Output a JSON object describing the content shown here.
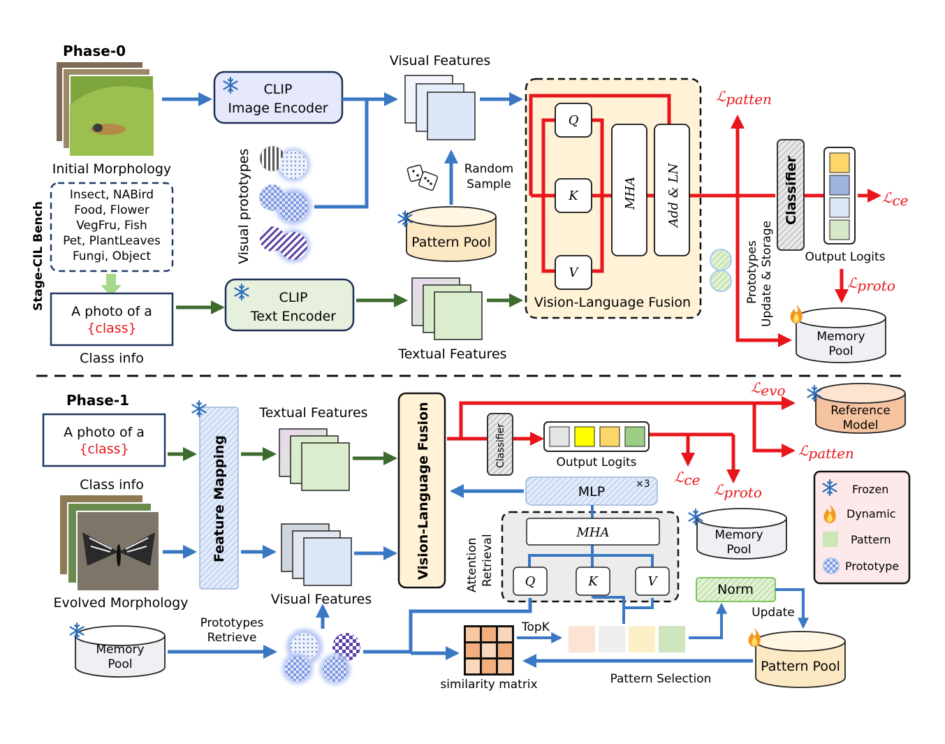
{
  "phase0": {
    "title": "Phase-0",
    "initial_morphology": "Initial Morphology",
    "bench_label": "Stage-CIL Bench",
    "bench_lines": [
      "Insect, NABird",
      "Food, Flower",
      "VegFru, Fish",
      "Pet, PlantLeaves",
      "Fungi, Object"
    ],
    "prompt_line1": "A photo of a",
    "prompt_class": "{class}",
    "class_info": "Class info",
    "clip_image_1": "CLIP",
    "clip_image_2": "Image Encoder",
    "clip_text_1": "CLIP",
    "clip_text_2": "Text Encoder",
    "visual_prototypes": "Visual prototypes",
    "visual_features": "Visual Features",
    "textual_features": "Textual Features",
    "random_1": "Random",
    "random_2": "Sample",
    "pattern_pool": "Pattern Pool",
    "q": "Q",
    "k": "K",
    "v": "V",
    "mha": "MHA",
    "add_ln": "Add & LN",
    "vlf": "Vision-Language Fusion",
    "classifier": "Classifier",
    "output_logits": "Output Logits",
    "proto_update_1": "Prototypes",
    "proto_update_2": "Update & Storage",
    "memory_pool_1": "Memory",
    "memory_pool_2": "Pool",
    "loss_patten_L": "ℒ",
    "loss_patten_sub": "patten",
    "loss_ce_L": "ℒ",
    "loss_ce_sub": "ce",
    "loss_proto_L": "ℒ",
    "loss_proto_sub": "proto"
  },
  "phase1": {
    "title": "Phase-1",
    "prompt_line1": "A photo of a",
    "prompt_class": "{class}",
    "class_info": "Class info",
    "evolved_morphology": "Evolved Morphology",
    "feature_mapping": "Feature Mapping",
    "textual_features": "Textual Features",
    "visual_features": "Visual Features",
    "vlf": "Vision-Language Fusion",
    "classifier": "Classifier",
    "output_logits": "Output Logits",
    "mlp": "MLP",
    "mlp_times": "×3",
    "attention_1": "Attention",
    "attention_2": "Retrieval",
    "mha": "MHA",
    "q": "Q",
    "k": "K",
    "v": "V",
    "memory_pool_1": "Memory",
    "memory_pool_2": "Pool",
    "mp_left_1": "Memory",
    "mp_left_2": "Pool",
    "proto_retrieve_1": "Prototypes",
    "proto_retrieve_2": "Retrieve",
    "similarity": "similarity matrix",
    "topk": "TopK",
    "norm": "Norm",
    "update": "Update",
    "pattern_pool": "Pattern Pool",
    "pattern_selection": "Pattern Selection",
    "reference_1": "Reference",
    "reference_2": "Model",
    "loss_evo_sub": "evo",
    "loss_patten_sub": "patten",
    "loss_ce_sub": "ce",
    "loss_proto_sub": "proto",
    "loss_L": "ℒ"
  },
  "legend": {
    "frozen": "Frozen",
    "dynamic": "Dynamic",
    "pattern": "Pattern",
    "prototype": "Prototype"
  },
  "colors": {
    "blue_arrow": "#3a78c3",
    "green_arrow": "#3d6b2e",
    "red_arrow": "#e8161b",
    "fusion_bg": "#fff2d6",
    "logit_yellow": "#fdd66a",
    "logit_blue": "#9eb4dd",
    "logit_lightblue": "#dce8f6",
    "logit_green": "#d7e8c9"
  }
}
